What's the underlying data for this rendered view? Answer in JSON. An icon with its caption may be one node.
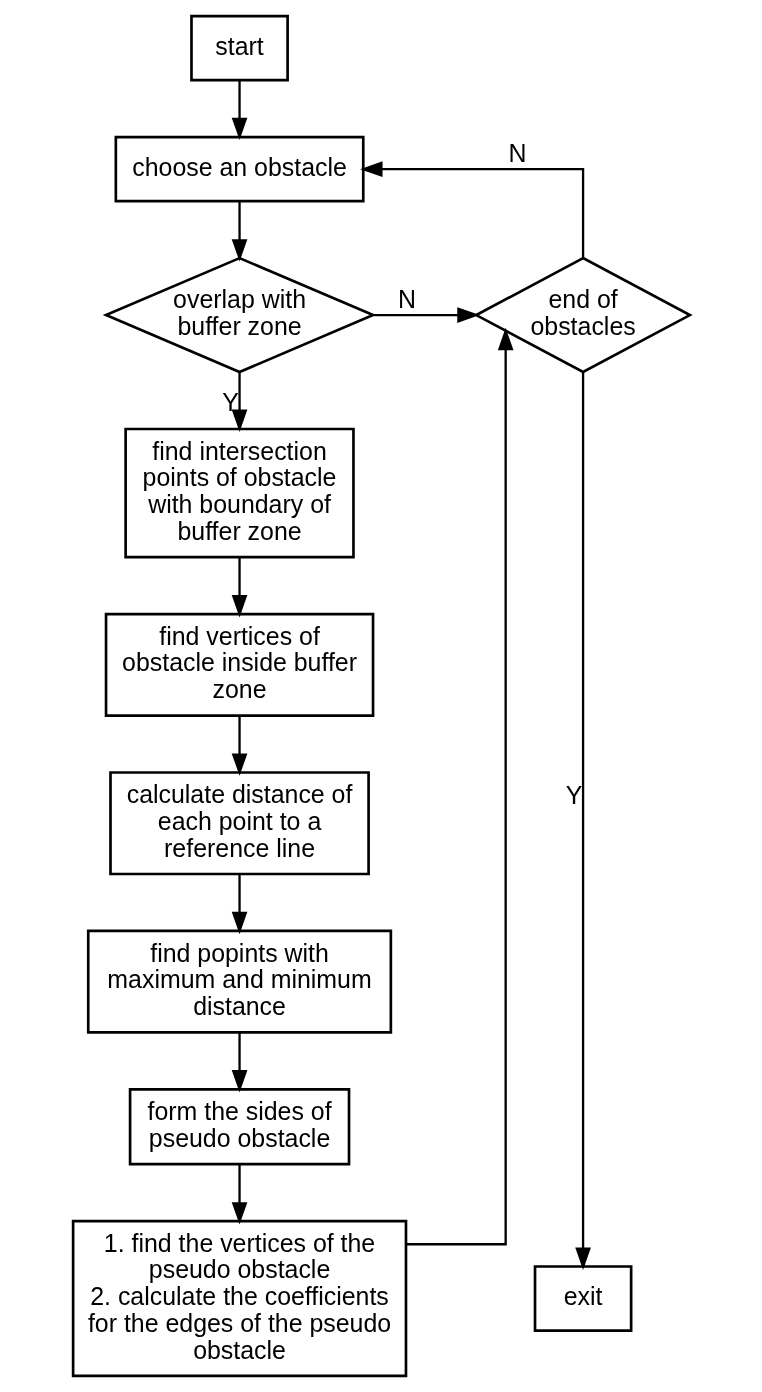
{
  "diagram": {
    "nodes": [
      {
        "text": [
          "start"
        ]
      },
      {
        "text": [
          "choose an obstacle"
        ]
      },
      {
        "text": [
          "overlap with buffer zone"
        ]
      },
      {
        "text": [
          "end of obstacles"
        ]
      },
      {
        "text": [
          "find intersection points of obstacle with boundary of buffer zone"
        ]
      },
      {
        "text": [
          "find vertices of obstacle inside buffer zone"
        ]
      },
      {
        "text": [
          "calculate distance of each point to a reference line"
        ]
      },
      {
        "text": [
          "find popints with maximum and minimum distance"
        ]
      },
      {
        "text": [
          "form the sides of pseudo obstacle"
        ]
      },
      {
        "text": [
          "1. find the vertices of the pseudo obstacle",
          "2. calculate the coefficients for the edges of the pseudo obstacle"
        ]
      },
      {
        "text": [
          "exit"
        ]
      }
    ],
    "edges": [
      {
        "from": 0,
        "to": 1,
        "arrow": "to"
      },
      {
        "from": 1,
        "to": 2,
        "arrow": "to"
      },
      {
        "from": 2,
        "to": 3,
        "arrow": "to",
        "label": "N"
      },
      {
        "from": 3,
        "to": 1,
        "arrow": "to",
        "label": "N"
      },
      {
        "from": 2,
        "to": 4,
        "arrow": "to",
        "label": "Y"
      },
      {
        "from": 3,
        "to": 10,
        "arrow": "to",
        "label": "Y"
      },
      {
        "from": 4,
        "to": 5,
        "arrow": "to"
      },
      {
        "from": 5,
        "to": 6,
        "arrow": "to"
      },
      {
        "from": 6,
        "to": 7,
        "arrow": "to"
      },
      {
        "from": 7,
        "to": 8,
        "arrow": "to"
      },
      {
        "from": 8,
        "to": 9,
        "arrow": "to"
      },
      {
        "from": 9,
        "to": 3,
        "arrow": "to"
      }
    ]
  }
}
